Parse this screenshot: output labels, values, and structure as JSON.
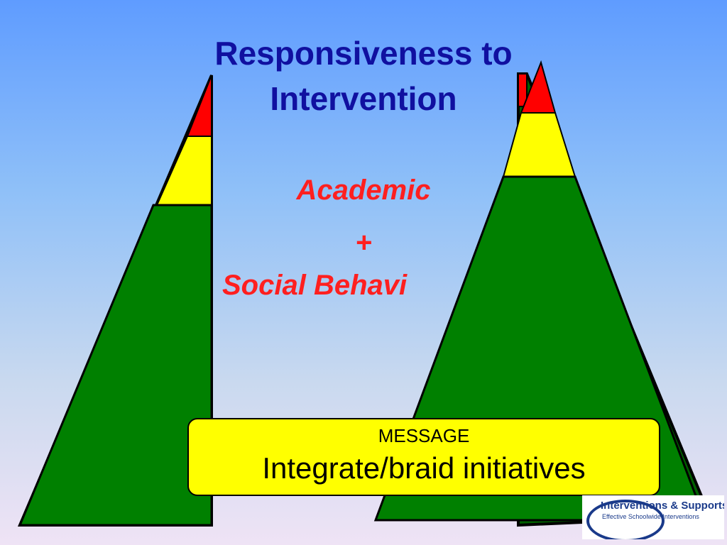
{
  "slide": {
    "title_line1": "Responsiveness to",
    "title_line2": "Intervention",
    "subtitle_academic": "Academic",
    "subtitle_plus": "+",
    "subtitle_social": "Social Behavi"
  },
  "message": {
    "label": "MESSAGE",
    "text": "Integrate/braid initiatives"
  },
  "logo": {
    "name": "Interventions & Supports",
    "tagline": "Effective Schoolwide Interventions"
  },
  "colors": {
    "title": "#1010a0",
    "subtitle": "#ff1f1f",
    "tier_red": "#ff0000",
    "tier_yellow": "#ffff00",
    "tier_green": "#008000",
    "message_box": "#ffff00"
  }
}
